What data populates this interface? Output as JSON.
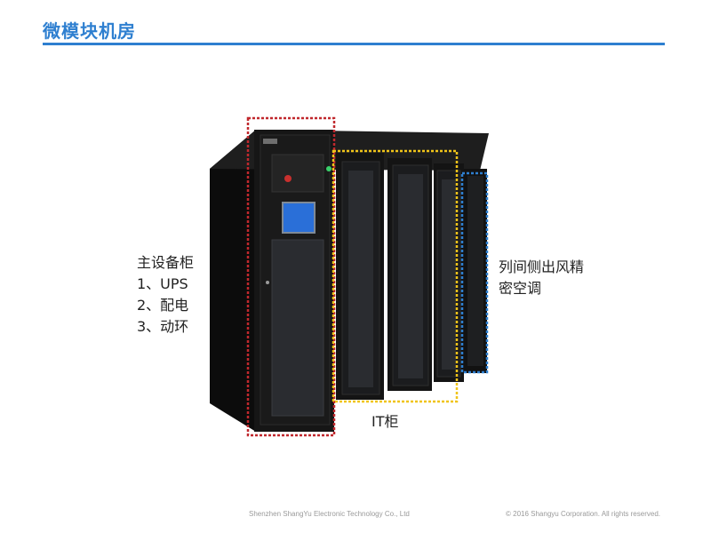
{
  "slide": {
    "title": "微模块机房"
  },
  "labels": {
    "main_cabinet": [
      "主设备柜",
      "1、UPS",
      "2、配电",
      "3、动环"
    ],
    "it_cabinet": "IT柜",
    "side_ac": [
      "列间侧出风精",
      "密空调"
    ]
  },
  "colors": {
    "accent": "#2e7fd0",
    "main_box": "#c0282d",
    "it_box": "#f0c419",
    "ac_box": "#2e7fd0",
    "cabinet": "#151515",
    "glass": "#2a2c30"
  },
  "footer": {
    "company": "Shenzhen ShangYu Electronic Technology Co., Ltd",
    "copyright": "© 2016 Shangyu Corporation. All rights reserved."
  }
}
